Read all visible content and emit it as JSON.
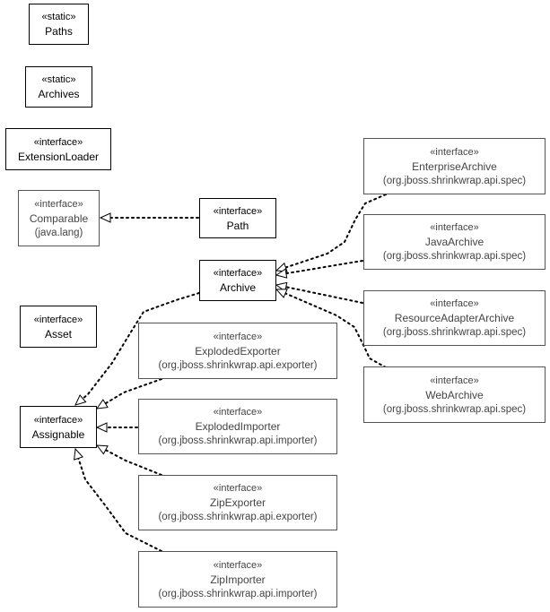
{
  "diagram": {
    "colors": {
      "edge": "#000000",
      "external_border": "#555555",
      "external_text": "#444444"
    },
    "nodes": [
      {
        "id": "paths",
        "stereotype": "«static»",
        "name": "Paths",
        "package": "",
        "external": false
      },
      {
        "id": "archives",
        "stereotype": "«static»",
        "name": "Archives",
        "package": "",
        "external": false
      },
      {
        "id": "extensionloader",
        "stereotype": "«interface»",
        "name": "ExtensionLoader",
        "package": "",
        "external": false
      },
      {
        "id": "comparable",
        "stereotype": "«interface»",
        "name": "Comparable",
        "package": "(java.lang)",
        "external": true
      },
      {
        "id": "path",
        "stereotype": "«interface»",
        "name": "Path",
        "package": "",
        "external": false
      },
      {
        "id": "archive",
        "stereotype": "«interface»",
        "name": "Archive",
        "package": "",
        "external": false
      },
      {
        "id": "asset",
        "stereotype": "«interface»",
        "name": "Asset",
        "package": "",
        "external": false
      },
      {
        "id": "assignable",
        "stereotype": "«interface»",
        "name": "Assignable",
        "package": "",
        "external": false
      },
      {
        "id": "enterprisearchive",
        "stereotype": "«interface»",
        "name": "EnterpriseArchive",
        "package": "(org.jboss.shrinkwrap.api.spec)",
        "external": true
      },
      {
        "id": "javaarchive",
        "stereotype": "«interface»",
        "name": "JavaArchive",
        "package": "(org.jboss.shrinkwrap.api.spec)",
        "external": true
      },
      {
        "id": "resourceadapterarchive",
        "stereotype": "«interface»",
        "name": "ResourceAdapterArchive",
        "package": "(org.jboss.shrinkwrap.api.spec)",
        "external": true
      },
      {
        "id": "webarchive",
        "stereotype": "«interface»",
        "name": "WebArchive",
        "package": "(org.jboss.shrinkwrap.api.spec)",
        "external": true
      },
      {
        "id": "explodedexporter",
        "stereotype": "«interface»",
        "name": "ExplodedExporter",
        "package": "(org.jboss.shrinkwrap.api.exporter)",
        "external": true
      },
      {
        "id": "explodedimporter",
        "stereotype": "«interface»",
        "name": "ExplodedImporter",
        "package": "(org.jboss.shrinkwrap.api.importer)",
        "external": true
      },
      {
        "id": "zipexporter",
        "stereotype": "«interface»",
        "name": "ZipExporter",
        "package": "(org.jboss.shrinkwrap.api.exporter)",
        "external": true
      },
      {
        "id": "zipimporter",
        "stereotype": "«interface»",
        "name": "ZipImporter",
        "package": "(org.jboss.shrinkwrap.api.importer)",
        "external": true
      }
    ],
    "edges": [
      {
        "from": "path",
        "to": "comparable",
        "type": "realization"
      },
      {
        "from": "enterprisearchive",
        "to": "archive",
        "type": "realization"
      },
      {
        "from": "javaarchive",
        "to": "archive",
        "type": "realization"
      },
      {
        "from": "resourceadapterarchive",
        "to": "archive",
        "type": "realization"
      },
      {
        "from": "webarchive",
        "to": "archive",
        "type": "realization"
      },
      {
        "from": "archive",
        "to": "assignable",
        "type": "realization"
      },
      {
        "from": "explodedexporter",
        "to": "assignable",
        "type": "realization"
      },
      {
        "from": "explodedimporter",
        "to": "assignable",
        "type": "realization"
      },
      {
        "from": "zipexporter",
        "to": "assignable",
        "type": "realization"
      },
      {
        "from": "zipimporter",
        "to": "assignable",
        "type": "realization"
      }
    ]
  }
}
